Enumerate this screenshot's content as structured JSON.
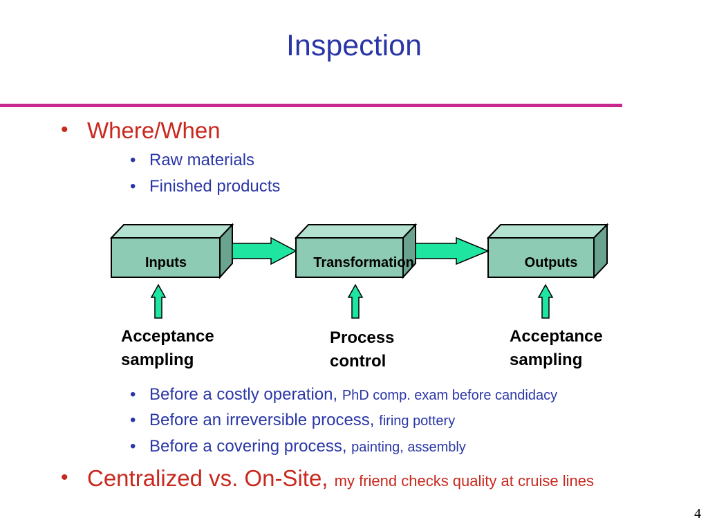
{
  "title": "Inspection",
  "colors": {
    "title": "#2a36a6",
    "rule": "#c8288c",
    "bullet_red": "#c8281e",
    "box_fill": "#8ecbb4",
    "arrow_fill": "#1ee6a0"
  },
  "bullets": [
    {
      "label": "Where/When",
      "detail": ""
    },
    {
      "label": "Centralized vs. On-Site,",
      "detail": "my friend checks quality at cruise lines"
    }
  ],
  "where_when_items": [
    "Raw materials",
    "Finished products"
  ],
  "diagram": {
    "boxes": [
      "Inputs",
      "Transformation",
      "Outputs"
    ],
    "captions": [
      {
        "line1": "Acceptance",
        "line2": "sampling"
      },
      {
        "line1": "Process",
        "line2": "control"
      },
      {
        "line1": "Acceptance",
        "line2": "sampling"
      }
    ]
  },
  "before_items": [
    {
      "main": "Before a costly operation,",
      "example": "PhD comp. exam before candidacy"
    },
    {
      "main": "Before an irreversible process,",
      "example": "firing pottery"
    },
    {
      "main": "Before a covering process,",
      "example": "painting, assembly"
    }
  ],
  "page_number": "4"
}
